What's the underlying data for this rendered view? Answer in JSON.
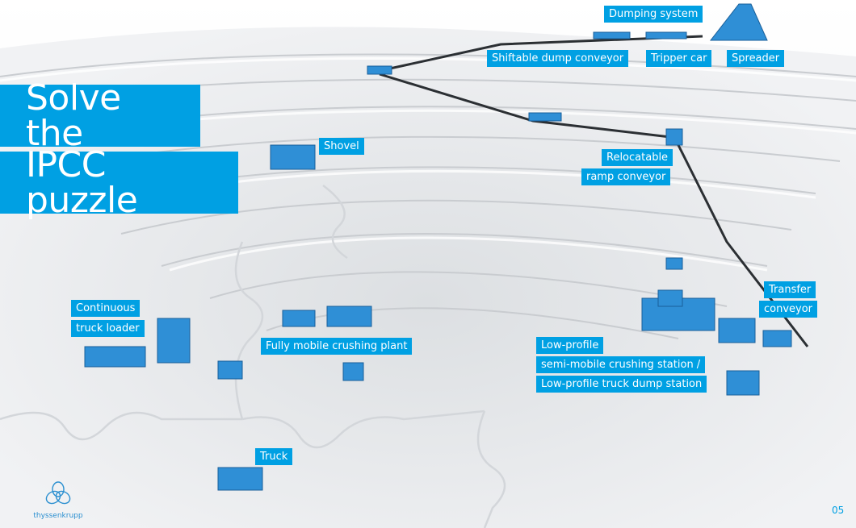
{
  "title": {
    "line1": "Solve the",
    "line2": "IPCC puzzle"
  },
  "labels": {
    "dumping_system": "Dumping system",
    "shiftable_dump_conveyor": "Shiftable dump conveyor",
    "tripper_car": "Tripper car",
    "spreader": "Spreader",
    "shovel": "Shovel",
    "relocatable_1": "Relocatable",
    "relocatable_2": "ramp conveyor",
    "transfer_1": "Transfer",
    "transfer_2": "conveyor",
    "continuous_1": "Continuous",
    "continuous_2": "truck loader",
    "fully_mobile": "Fully mobile crushing plant",
    "low_profile_1": "Low-profile",
    "low_profile_2": "semi-mobile crushing station /",
    "low_profile_3": "Low-profile truck dump station",
    "truck": "Truck"
  },
  "brand": {
    "name": "thyssenkrupp",
    "logo_icon": "thyssenkrupp-logo-icon"
  },
  "page_number": "05",
  "colors": {
    "accent": "#00a0e3",
    "background": "#f4f5f6",
    "equipment": "#2f8fd6"
  }
}
